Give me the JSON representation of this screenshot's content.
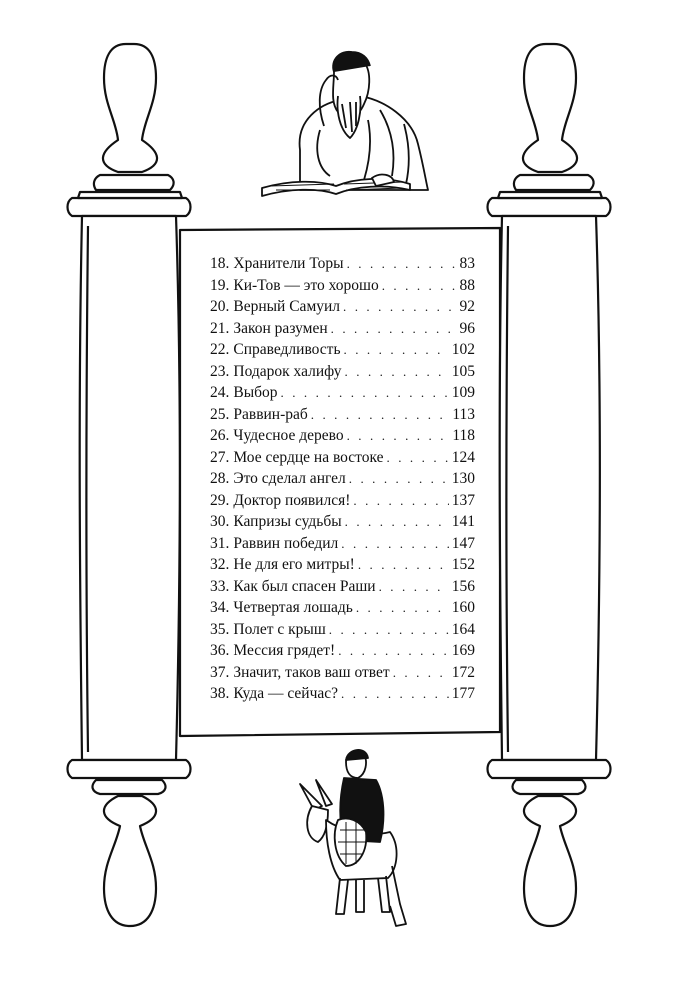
{
  "toc": {
    "entries": [
      {
        "num": "18.",
        "title": "Хранители Торы",
        "page": "83"
      },
      {
        "num": "19.",
        "title": "Ки-Тов — это хорошо",
        "page": "88"
      },
      {
        "num": "20.",
        "title": "Верный Самуил",
        "page": "92"
      },
      {
        "num": "21.",
        "title": "Закон разумен",
        "page": "96"
      },
      {
        "num": "22.",
        "title": "Справедливость",
        "page": "102"
      },
      {
        "num": "23.",
        "title": "Подарок халифу",
        "page": "105"
      },
      {
        "num": "24.",
        "title": "Выбор",
        "page": "109"
      },
      {
        "num": "25.",
        "title": "Раввин-раб",
        "page": "113"
      },
      {
        "num": "26.",
        "title": "Чудесное дерево",
        "page": "118"
      },
      {
        "num": "27.",
        "title": "Мое сердце на востоке",
        "page": "124"
      },
      {
        "num": "28.",
        "title": "Это сделал ангел",
        "page": "130"
      },
      {
        "num": "29.",
        "title": "Доктор появился!",
        "page": "137"
      },
      {
        "num": "30.",
        "title": "Капризы судьбы",
        "page": "141"
      },
      {
        "num": "31.",
        "title": "Раввин победил",
        "page": "147"
      },
      {
        "num": "32.",
        "title": "Не для его митры!",
        "page": "152"
      },
      {
        "num": "33.",
        "title": "Как был спасен Раши",
        "page": "156"
      },
      {
        "num": "34.",
        "title": "Четвертая лошадь",
        "page": "160"
      },
      {
        "num": "35.",
        "title": "Полет с крыш",
        "page": "164"
      },
      {
        "num": "36.",
        "title": "Мессия грядет!",
        "page": "169"
      },
      {
        "num": "37.",
        "title": "Значит, таков ваш ответ",
        "page": "172"
      },
      {
        "num": "38.",
        "title": "Куда — сейчас?",
        "page": "177"
      }
    ]
  },
  "illustrations": {
    "top": "reading-scholar-illustration",
    "bottom": "rider-on-donkey-illustration"
  },
  "colors": {
    "ink": "#111111",
    "paper": "#ffffff"
  }
}
